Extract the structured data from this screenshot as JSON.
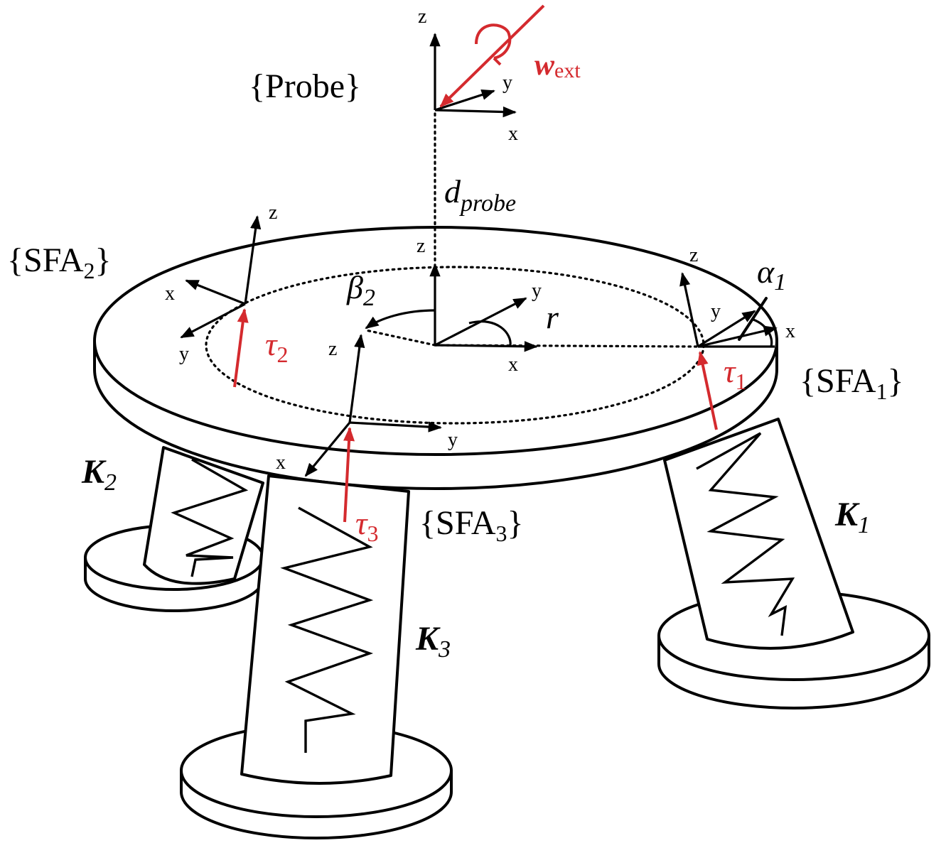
{
  "colors": {
    "ink": "#000000",
    "accent": "#d42a2e",
    "background": "#ffffff"
  },
  "frames": {
    "probe": "{Probe}",
    "sfa1": {
      "open": "{SFA",
      "sub": "1",
      "close": "}"
    },
    "sfa2": {
      "open": "{SFA",
      "sub": "2",
      "close": "}"
    },
    "sfa3": {
      "open": "{SFA",
      "sub": "3",
      "close": "}"
    }
  },
  "axes": {
    "x": "x",
    "y": "y",
    "z": "z"
  },
  "symbols": {
    "wrench": {
      "main": "w",
      "sub": "ext"
    },
    "d_probe": {
      "main": "d",
      "sub": "probe"
    },
    "radius": "r",
    "alpha1": {
      "main": "α",
      "sub": "1"
    },
    "beta2": {
      "main": "β",
      "sub": "2"
    },
    "tau1": {
      "main": "τ",
      "sub": "1"
    },
    "tau2": {
      "main": "τ",
      "sub": "2"
    },
    "tau3": {
      "main": "τ",
      "sub": "3"
    },
    "k1": {
      "main": "K",
      "sub": "1"
    },
    "k2": {
      "main": "K",
      "sub": "2"
    },
    "k3": {
      "main": "K",
      "sub": "3"
    }
  }
}
